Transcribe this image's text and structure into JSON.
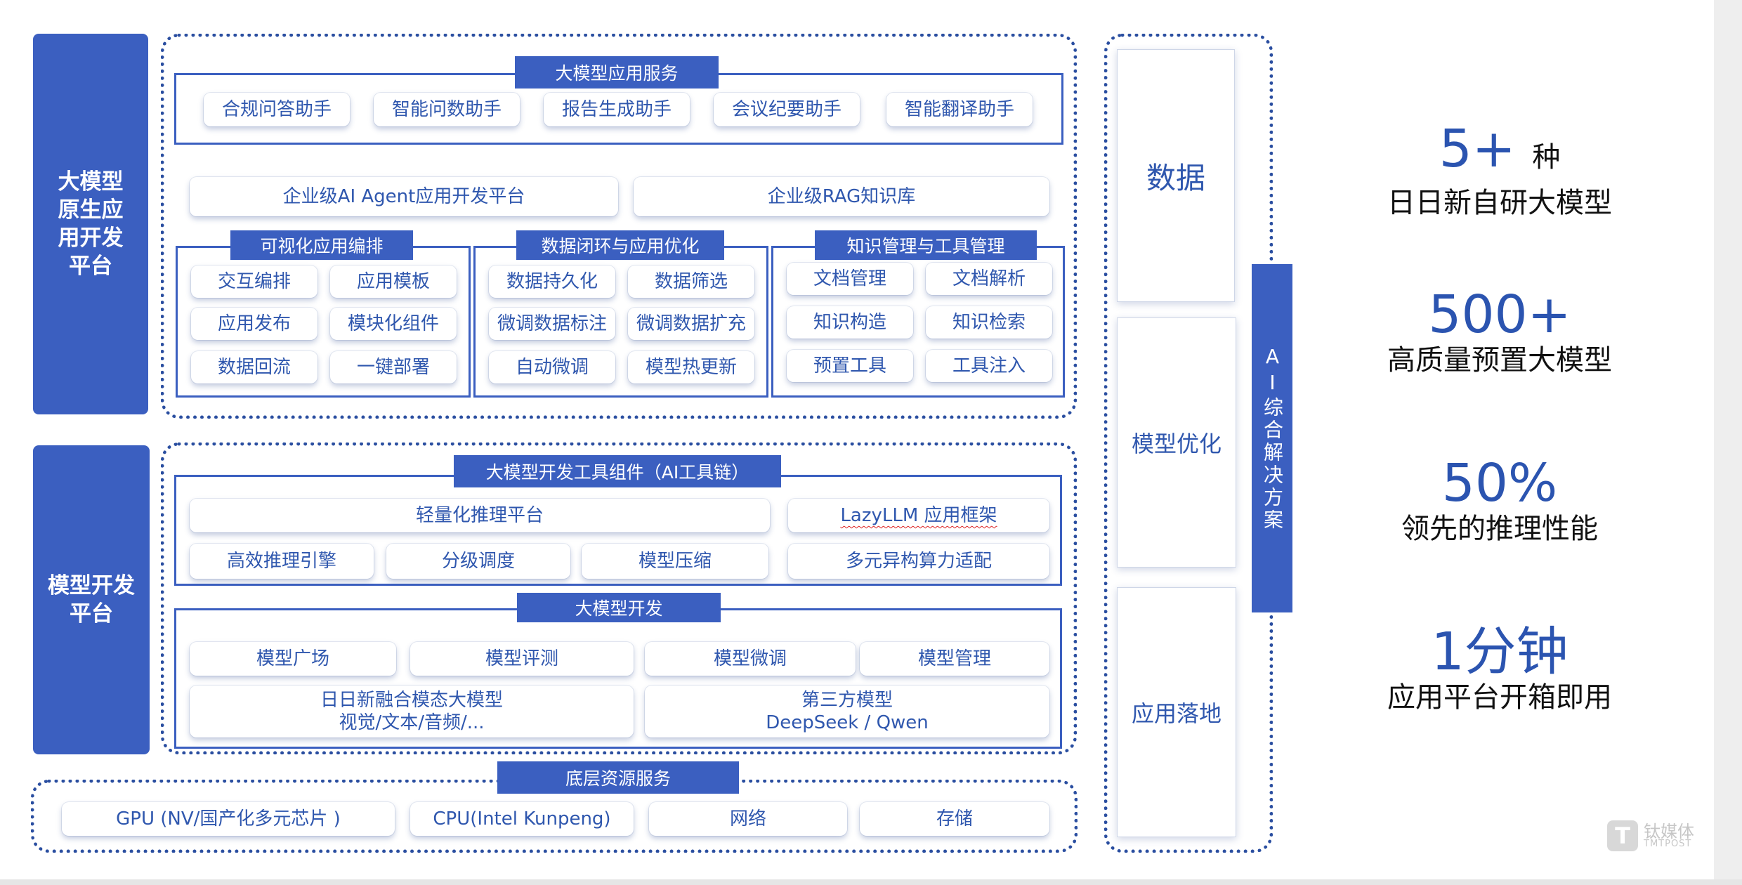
{
  "left": {
    "top": "大模型原生应用开发平台",
    "bottom": "模型开发平台"
  },
  "app_services": {
    "title": "大模型应用服务",
    "items": [
      "合规问答助手",
      "智能问数助手",
      "报告生成助手",
      "会议纪要助手",
      "智能翻译助手"
    ]
  },
  "platforms": [
    "企业级AI Agent应用开发平台",
    "企业级RAG知识库"
  ],
  "groups": [
    {
      "title": "可视化应用编排",
      "items": [
        "交互编排",
        "应用模板",
        "应用发布",
        "模块化组件",
        "数据回流",
        "一键部署"
      ]
    },
    {
      "title": "数据闭环与应用优化",
      "items": [
        "数据持久化",
        "数据筛选",
        "微调数据标注",
        "微调数据扩充",
        "自动微调",
        "模型热更新"
      ]
    },
    {
      "title": "知识管理与工具管理",
      "items": [
        "文档管理",
        "文档解析",
        "知识构造",
        "知识检索",
        "预置工具",
        "工具注入"
      ]
    }
  ],
  "toolchain": {
    "title": "大模型开发工具组件（AI工具链）",
    "row1": [
      "轻量化推理平台",
      "LazyLLM 应用框架"
    ],
    "row2": [
      "高效推理引擎",
      "分级调度",
      "模型压缩",
      "多元异构算力适配"
    ]
  },
  "model_dev": {
    "title": "大模型开发",
    "row1": [
      "模型广场",
      "模型评测",
      "模型微调",
      "模型管理"
    ],
    "row2": [
      {
        "line1": "日日新融合模态大模型",
        "line2": "视觉/文本/音频/..."
      },
      {
        "line1": "第三方模型",
        "line2": "DeepSeek / Qwen"
      }
    ]
  },
  "infra": {
    "title": "底层资源服务",
    "items": [
      "GPU (NV/国产化多元芯片 )",
      "CPU(Intel Kunpeng)",
      "网络",
      "存储"
    ]
  },
  "right_column": {
    "items": [
      "数据",
      "模型优化",
      "应用落地"
    ],
    "vertical": "AI综合解决方案"
  },
  "stats": [
    {
      "num": "5+",
      "unit": "种",
      "label": "日日新自研大模型"
    },
    {
      "num": "500+",
      "unit": "",
      "label": "高质量预置大模型"
    },
    {
      "num": "50%",
      "unit": "",
      "label": "领先的推理性能"
    },
    {
      "num": "1分钟",
      "unit": "",
      "label": "应用平台开箱即用"
    }
  ],
  "watermark": {
    "name": "钛媒体",
    "sub": "TMTPOST"
  },
  "colors": {
    "primary": "#3b5fc0",
    "dotted": "#2a4ea0",
    "text": "#2f57ae"
  }
}
